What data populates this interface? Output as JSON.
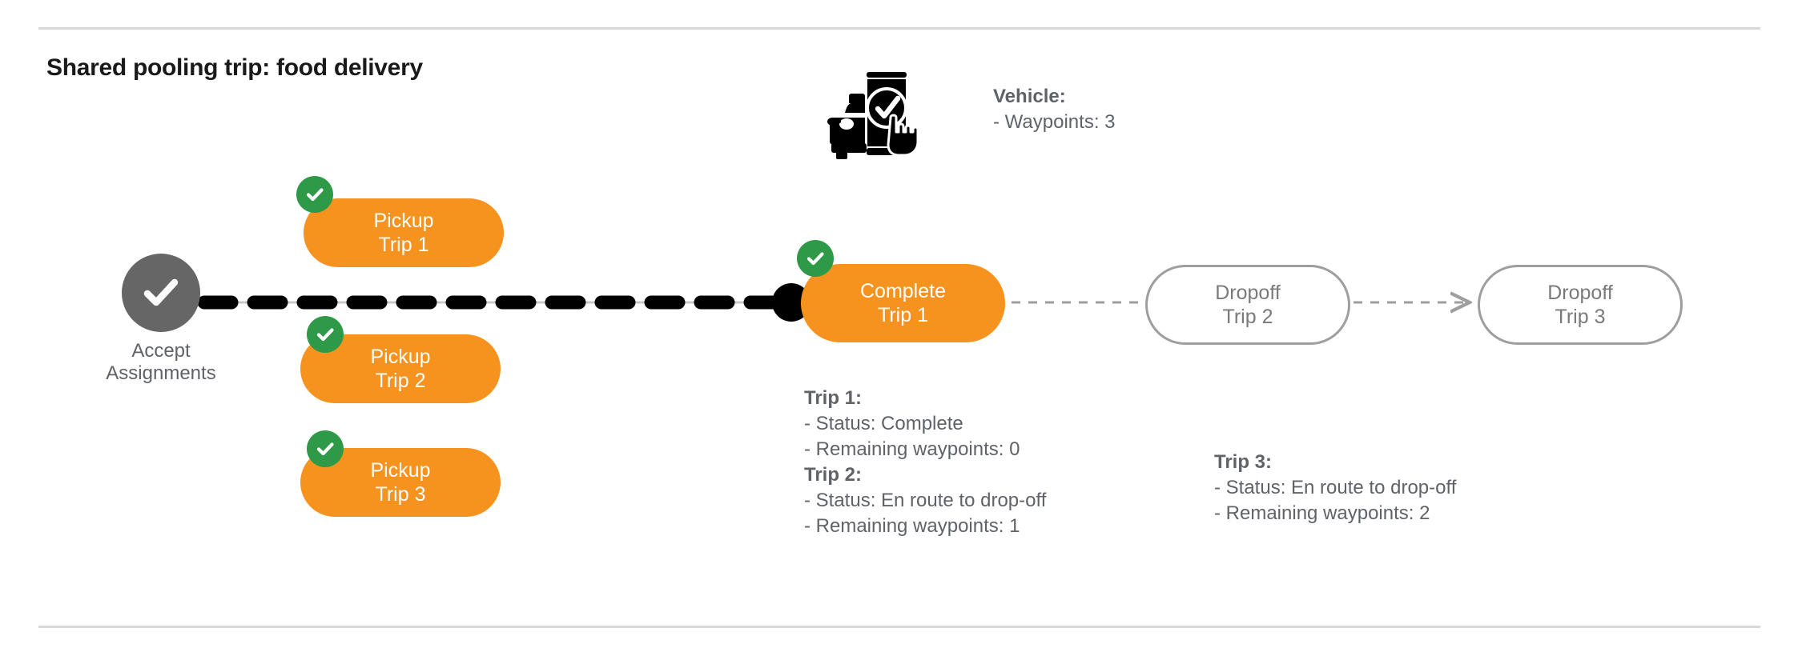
{
  "diagram": {
    "title": "Shared pooling trip: food delivery",
    "colors": {
      "orange": "#F6921E",
      "green": "#2E9A48",
      "gray_node": "#666666",
      "gray_text": "#5f6368",
      "outline": "#9e9e9e",
      "divider": "#d8d8d8"
    }
  },
  "accept_node": {
    "icon": "check-icon",
    "label_line1": "Accept",
    "label_line2": "Assignments"
  },
  "pickups": [
    {
      "line1": "Pickup",
      "line2": "Trip 1",
      "badge": "check-badge-icon"
    },
    {
      "line1": "Pickup",
      "line2": "Trip 2",
      "badge": "check-badge-icon"
    },
    {
      "line1": "Pickup",
      "line2": "Trip 3",
      "badge": "check-badge-icon"
    }
  ],
  "complete_node": {
    "line1": "Complete",
    "line2": "Trip 1",
    "badge": "check-badge-icon"
  },
  "dropoffs": [
    {
      "line1": "Dropoff",
      "line2": "Trip 2"
    },
    {
      "line1": "Dropoff",
      "line2": "Trip 3"
    }
  ],
  "vehicle": {
    "icon": "vehicle-phone-check-icon",
    "header": "Vehicle:",
    "waypoints_line": "- Waypoints: 3"
  },
  "trip_details": {
    "left_block": [
      {
        "header": "Trip 1:",
        "status": "- Status:  Complete",
        "waypoints": "- Remaining waypoints: 0"
      },
      {
        "header": "Trip 2:",
        "status": "- Status:  En route to drop-off",
        "waypoints": "- Remaining waypoints: 1"
      }
    ],
    "right_block": [
      {
        "header": "Trip 3:",
        "status": "- Status:  En route to drop-off",
        "waypoints": "- Remaining waypoints: 2"
      }
    ]
  }
}
